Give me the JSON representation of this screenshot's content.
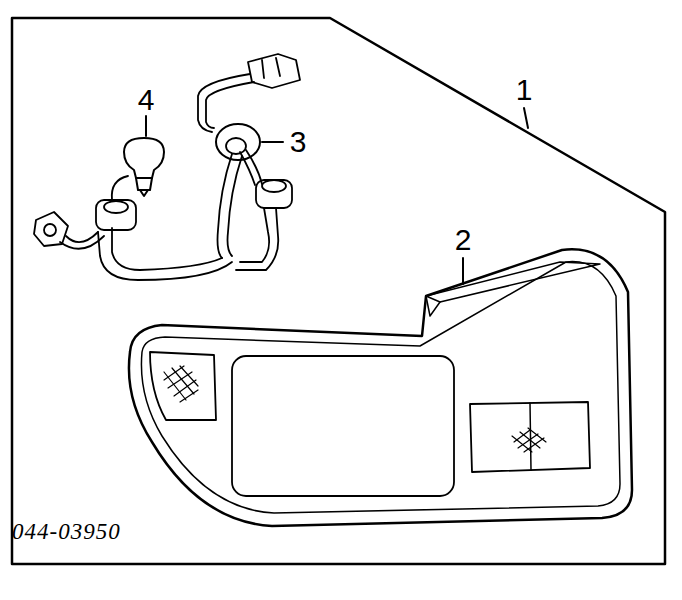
{
  "diagram": {
    "labels": [
      "4",
      "1",
      "3",
      "2",
      "044-03950"
    ]
  }
}
